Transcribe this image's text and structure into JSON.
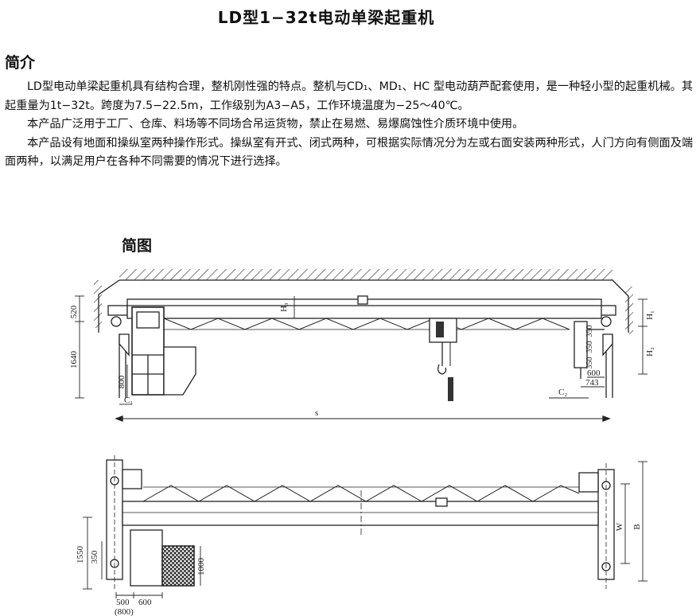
{
  "document": {
    "title": "LD型1−32t电动单梁起重机",
    "intro_heading": "简介",
    "paragraphs": [
      "LD型电动单梁起重机具有结构合理，整机刚性强的特点。整机与CD₁、MD₁、HC 型电动葫芦配套使用，是一种轻小型的起重机械。其起重量为1t−32t。跨度为7.5−22.5m，工作级别为A3−A5，工作环境温度为−25～40℃。",
      "本产品广泛用于工厂、仓库、料场等不同场合吊运货物，禁止在易燃、易爆腐蚀性介质环境中使用。",
      "本产品设有地面和操纵室两种操作形式。操纵室有开式、闭式两种，可根据实际情况分为左或右面安装两种形式，人门方向有侧面及端面两种，以满足用户在各种不同需要的情况下进行选择。"
    ],
    "diagram_heading": "简图"
  },
  "diagram": {
    "elevation": {
      "dim_520": "520",
      "dim_1640": "1640",
      "dim_800": "800",
      "dim_c1": "C₁",
      "dim_s": "s",
      "dim_c2": "C₂",
      "dim_h1": "H₁",
      "dim_h2": "H₂",
      "dim_h3": "H₃",
      "dim_350a": "350",
      "dim_350b": "350",
      "dim_350c": "350",
      "dim_600": "600",
      "dim_743": "743"
    },
    "plan": {
      "dim_1550": "1550",
      "dim_350": "350",
      "dim_1000": "1000",
      "dim_500": "500",
      "dim_600": "600",
      "dim_800p": "(800)",
      "dim_w": "W",
      "dim_b": "B"
    }
  }
}
